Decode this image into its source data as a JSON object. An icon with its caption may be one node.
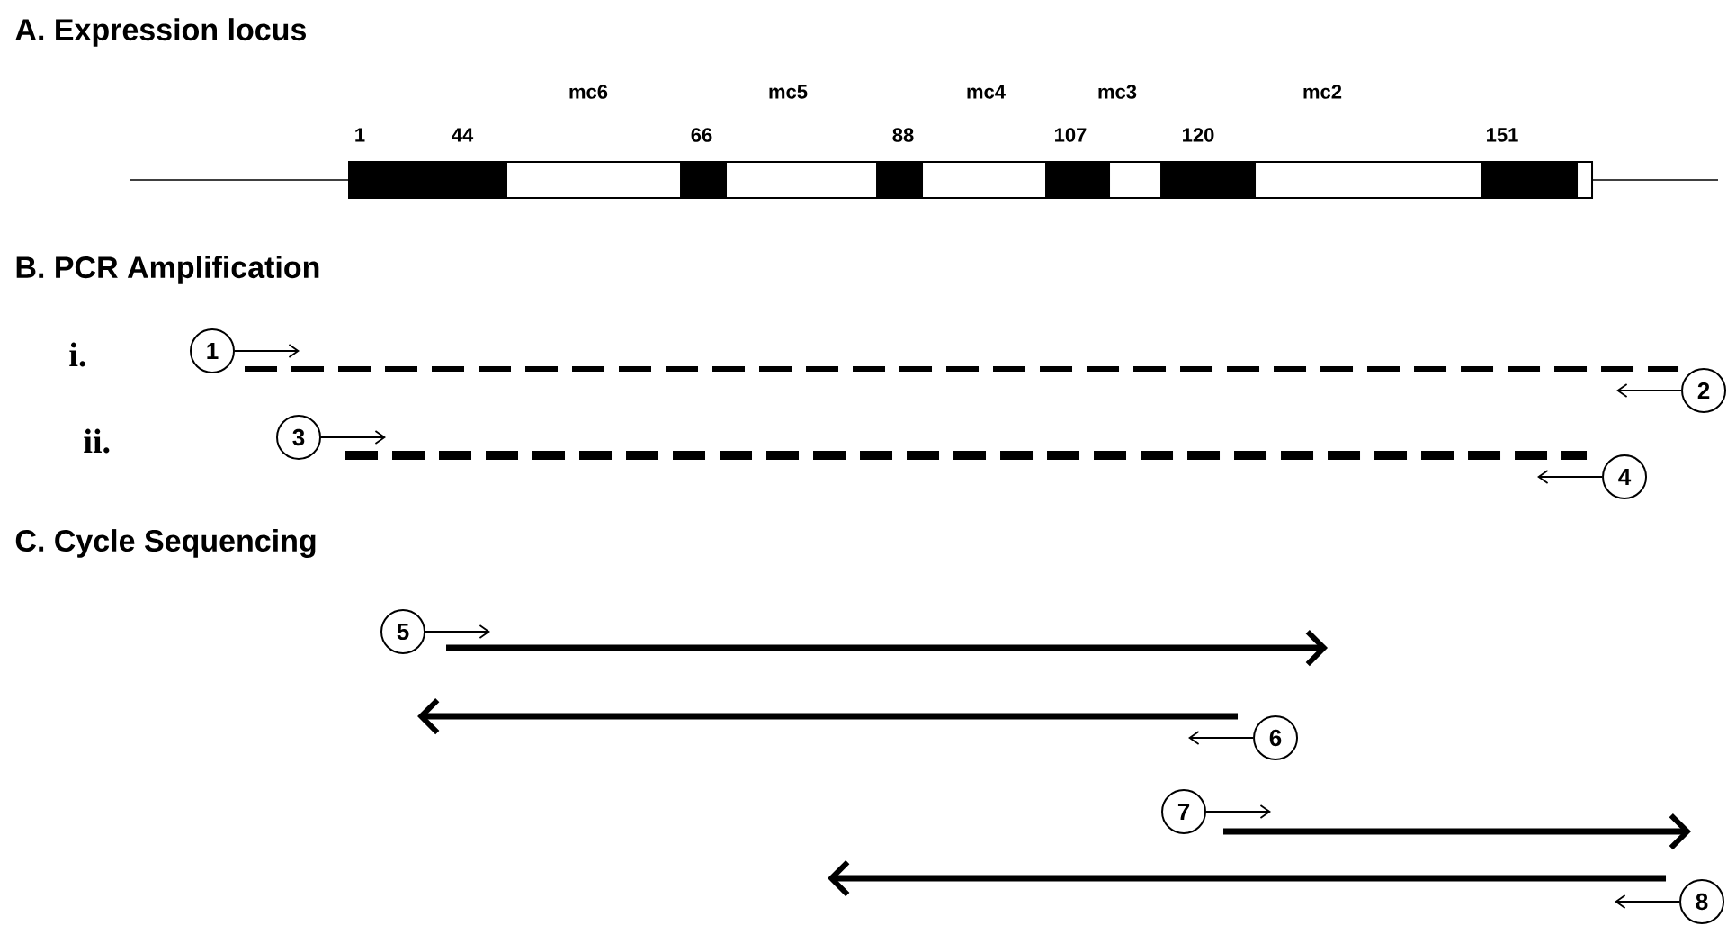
{
  "diagram": {
    "nodes": [
      {
        "text": [
          "1"
        ]
      },
      {
        "text": [
          "2"
        ]
      },
      {
        "text": [
          "3"
        ]
      },
      {
        "text": [
          "4"
        ]
      },
      {
        "text": [
          "5"
        ]
      },
      {
        "text": [
          "6"
        ]
      },
      {
        "text": [
          "7"
        ]
      },
      {
        "text": [
          "8"
        ]
      }
    ],
    "edges": [
      {
        "from": 0,
        "to": null,
        "arrow": "to"
      },
      {
        "from": 1,
        "to": null,
        "arrow": "to"
      },
      {
        "from": 2,
        "to": null,
        "arrow": "to"
      },
      {
        "from": 3,
        "to": null,
        "arrow": "to"
      },
      {
        "from": 4,
        "to": null,
        "arrow": "to"
      },
      {
        "from": 5,
        "to": null,
        "arrow": "to"
      },
      {
        "from": 6,
        "to": null,
        "arrow": "to"
      },
      {
        "from": 7,
        "to": null,
        "arrow": "to"
      }
    ],
    "labels": [
      "A. Expression locus",
      "mc6",
      "mc5",
      "mc4",
      "mc3",
      "mc2",
      "1",
      "44",
      "66",
      "88",
      "107",
      "120",
      "151",
      "B. PCR Amplification",
      "i.",
      "ii.",
      "C. Cycle Sequencing"
    ]
  }
}
